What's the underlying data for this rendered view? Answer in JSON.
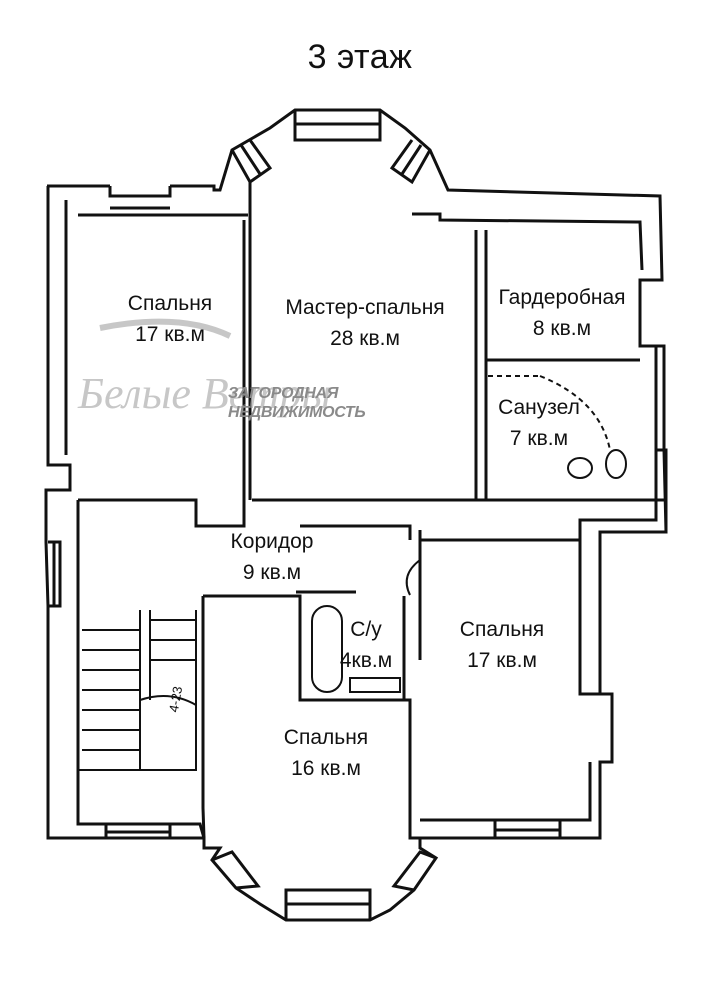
{
  "plan": {
    "title": "3 этаж",
    "rooms": [
      {
        "id": "bedroom-left",
        "name": "Спальня",
        "area": "17 кв.м"
      },
      {
        "id": "master-bedroom",
        "name": "Мастер-спальня",
        "area": "28 кв.м"
      },
      {
        "id": "wardrobe",
        "name": "Гардеробная",
        "area": "8 кв.м"
      },
      {
        "id": "bathroom",
        "name": "Санузел",
        "area": "7 кв.м"
      },
      {
        "id": "corridor",
        "name": "Коридор",
        "area": "9 кв.м"
      },
      {
        "id": "wc",
        "name": "С/у",
        "area": "4кв.м"
      },
      {
        "id": "bedroom-right",
        "name": "Спальня",
        "area": "17 кв.м"
      },
      {
        "id": "bedroom-bottom",
        "name": "Спальня",
        "area": "16 кв.м"
      }
    ],
    "stair_mark": "4-23"
  },
  "watermark": {
    "brand": "Белые Ветры",
    "line1": "ЗАГОРОДНАЯ",
    "line2": "НЕДВИЖИМОСТЬ"
  }
}
